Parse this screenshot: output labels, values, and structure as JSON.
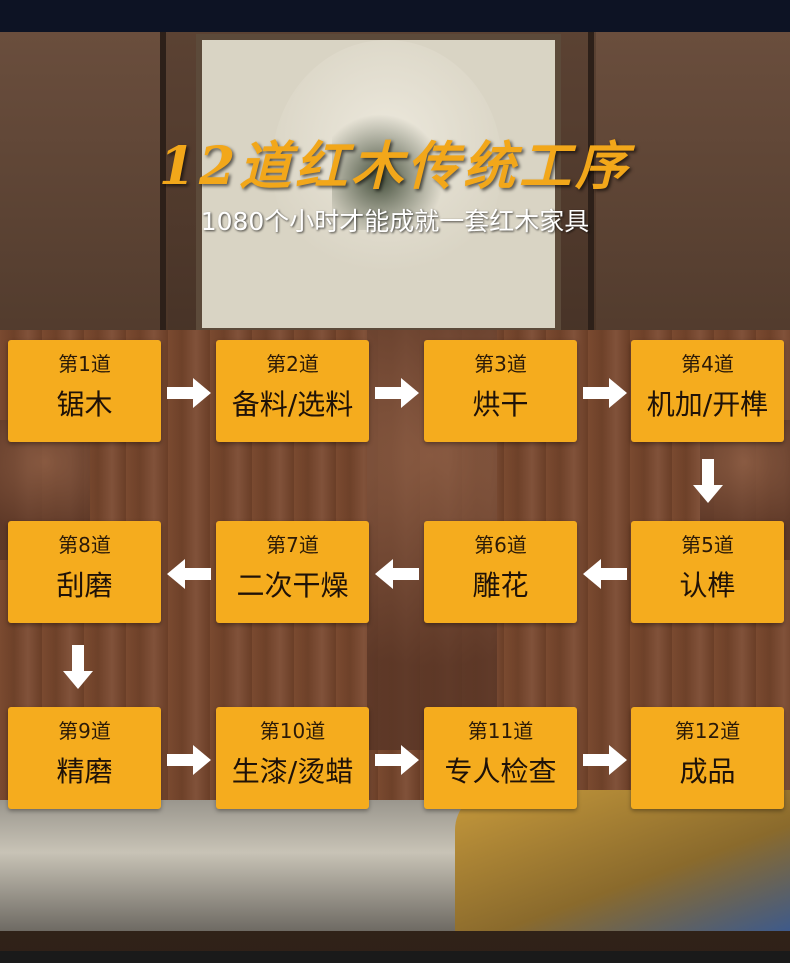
{
  "header": {
    "title": "12道红木传统工序",
    "subtitle": "1080个小时才能成就一套红木家具"
  },
  "steps": [
    {
      "num": "第1道",
      "name": "锯木"
    },
    {
      "num": "第2道",
      "name": "备料/选料"
    },
    {
      "num": "第3道",
      "name": "烘干"
    },
    {
      "num": "第4道",
      "name": "机加/开榫"
    },
    {
      "num": "第5道",
      "name": "认榫"
    },
    {
      "num": "第6道",
      "name": "雕花"
    },
    {
      "num": "第7道",
      "name": "二次干燥"
    },
    {
      "num": "第8道",
      "name": "刮磨"
    },
    {
      "num": "第9道",
      "name": "精磨"
    },
    {
      "num": "第10道",
      "name": "生漆/烫蜡"
    },
    {
      "num": "第11道",
      "name": "专人检查"
    },
    {
      "num": "第12道",
      "name": "成品"
    }
  ],
  "colors": {
    "box": "#f5ac1e",
    "title": "#f2a71a",
    "arrow": "#ffffff"
  },
  "icons": {
    "arrow_right": "arrow-right-icon",
    "arrow_left": "arrow-left-icon",
    "arrow_down": "arrow-down-icon"
  }
}
